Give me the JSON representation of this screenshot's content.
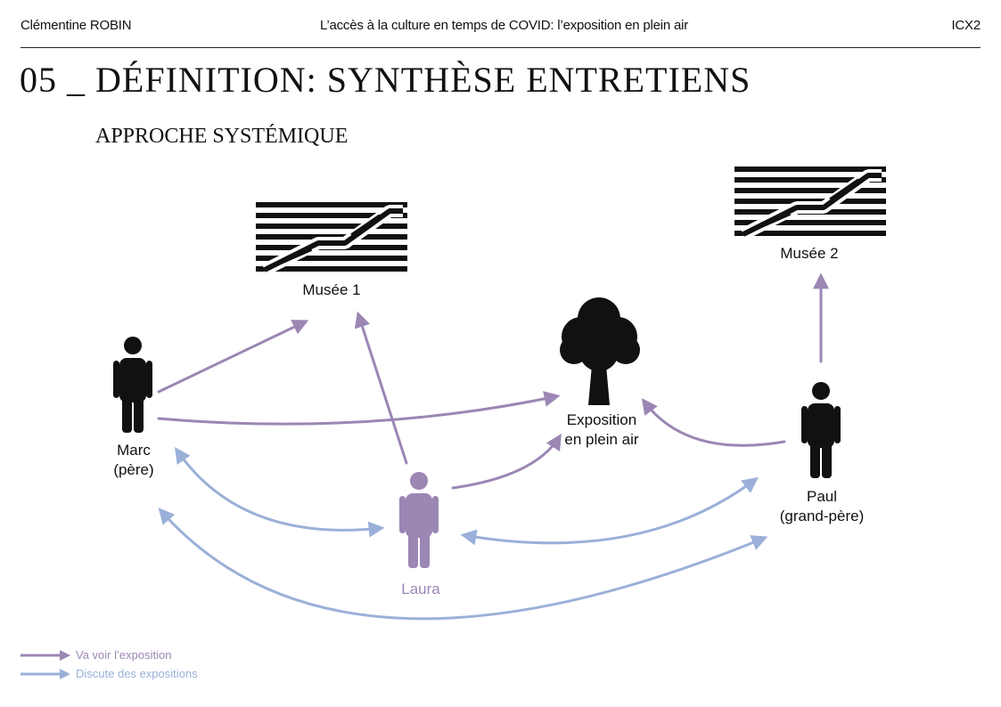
{
  "header": {
    "author": "Clémentine ROBIN",
    "project": "L’accès à la culture en temps de COVID: l’exposition en plein air",
    "code": "ICX2"
  },
  "title": "05 _ DÉFINITION: SYNTHÈSE ENTRETIENS",
  "subtitle": "APPROCHE SYSTÉMIQUE",
  "nodes": {
    "musee1": "Musée 1",
    "musee2": "Musée 2",
    "expo_line1": "Exposition",
    "expo_line2": "en plein air",
    "marc_line1": "Marc",
    "marc_line2": "(père)",
    "laura": "Laura",
    "paul_line1": "Paul",
    "paul_line2": "(grand-père)"
  },
  "legend": {
    "visit": "Va voir l’exposition",
    "discuss": "Discute des expositions"
  },
  "colors": {
    "visit_arrow": "#9b86b4",
    "discuss_arrow": "#9bb0d8",
    "laura": "#9b86b4",
    "icons": "#111111"
  }
}
